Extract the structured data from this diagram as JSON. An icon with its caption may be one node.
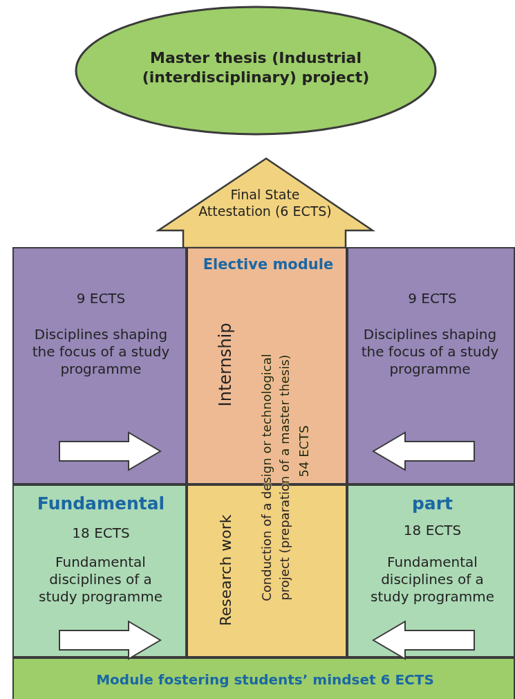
{
  "diagram": {
    "nodes": [
      {
        "text": [
          "Master thesis (Industrial (interdisciplinary) project)"
        ]
      },
      {
        "text": [
          "Final State Attestation (6 ECTS)"
        ]
      },
      {
        "text": [
          "9 ECTS",
          "Disciplines shaping the focus of a study programme"
        ]
      },
      {
        "text": [
          "Elective module",
          "Internship"
        ]
      },
      {
        "text": [
          "9 ECTS",
          "Disciplines shaping the focus of a study programme"
        ]
      },
      {
        "text": [
          "Fundamental",
          "18 ECTS",
          "Fundamental disciplines of a study programme"
        ]
      },
      {
        "text": [
          "Research work"
        ]
      },
      {
        "text": [
          "part",
          "18 ECTS",
          "Fundamental disciplines of a study programme"
        ]
      },
      {
        "text": [
          "Module fostering students’ mindset 6 ECTS"
        ]
      }
    ],
    "edges": [
      {
        "from": 2,
        "to": 3,
        "arrow": "to"
      },
      {
        "from": 4,
        "to": 3,
        "arrow": "to"
      },
      {
        "from": 5,
        "to": 6,
        "arrow": "to"
      },
      {
        "from": 7,
        "to": 6,
        "arrow": "to"
      }
    ],
    "labels": [
      "Conduction of a design or technological project (preparation of a master thesis)",
      "54 ECTS"
    ]
  }
}
